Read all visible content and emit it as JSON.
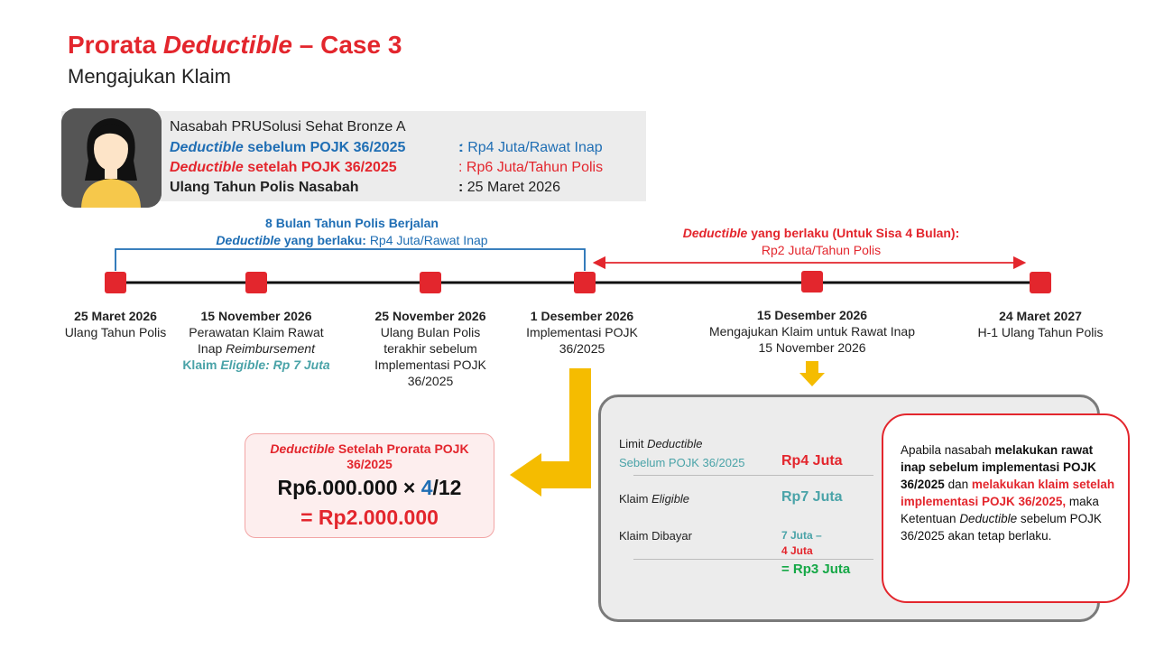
{
  "header": {
    "title_a": "Prorata ",
    "title_b": "Deductible",
    "title_c": " – Case 3",
    "subtitle": "Mengajukan Klaim"
  },
  "customer": {
    "name": "Nasabah PRUSolusi Sehat Bronze A",
    "row1_label_a": "Deductible",
    "row1_label_b": " sebelum POJK 36/2025",
    "row1_value": ": Rp4 Juta/Rawat Inap",
    "row2_label_a": "Deductible",
    "row2_label_b": " setelah POJK 36/2025",
    "row2_value": ": Rp6 Juta/Tahun Polis",
    "row3_label": "Ulang Tahun Polis Nasabah",
    "row3_value_colon": ": ",
    "row3_value": "25 Maret 2026"
  },
  "bracket_left": {
    "line1": "8 Bulan Tahun Polis Berjalan",
    "line2_a": "Deductible",
    "line2_b": " yang berlaku: ",
    "line2_c": "Rp4 Juta/Rawat Inap"
  },
  "bracket_right": {
    "line1_a": "Deductible",
    "line1_b": " yang berlaku (Untuk Sisa 4 Bulan):",
    "line2": "Rp2 Juta/Tahun Polis"
  },
  "timeline": {
    "e1_date": "25 Maret 2026",
    "e1_desc": "Ulang Tahun Polis",
    "e2_date": "15 November 2026",
    "e2_desc1": "Perawatan Klaim Rawat",
    "e2_desc2a": "Inap ",
    "e2_desc2b": "Reimbursement",
    "e2_claim_a": "Klaim ",
    "e2_claim_b": "Eligible: Rp 7 Juta",
    "e3_date": "25 November 2026",
    "e3_desc1": "Ulang Bulan Polis",
    "e3_desc2": "terakhir sebelum",
    "e3_desc3": "Implementasi POJK",
    "e3_desc4": "36/2025",
    "e4_date": "1 Desember 2026",
    "e4_desc1": "Implementasi POJK",
    "e4_desc2": "36/2025",
    "e5_date": "15 Desember 2026",
    "e5_desc1": "Mengajukan Klaim untuk Rawat Inap",
    "e5_desc2": "15 November 2026",
    "e6_date": "24 Maret 2027",
    "e6_desc": "H-1 Ulang Tahun Polis"
  },
  "prorata": {
    "label_a": "Deductible",
    "label_b": " Setelah Prorata POJK",
    "label_c": "36/2025",
    "formula_a": "Rp6.000.000 × ",
    "formula_b": "4",
    "formula_c": "/12",
    "result": "= Rp2.000.000"
  },
  "claim_box": {
    "limit_label_a": "Limit ",
    "limit_label_b": "Deductible",
    "limit_sub": "Sebelum POJK 36/2025",
    "limit_value": "Rp4 Juta",
    "eligible_label_a": "Klaim ",
    "eligible_label_b": "Eligible",
    "eligible_value": "Rp7 Juta",
    "paid_label": "Klaim Dibayar",
    "paid_line1": "7 Juta –",
    "paid_line2": "4 Juta",
    "paid_result": "= Rp3 Juta"
  },
  "note": {
    "t1": "Apabila nasabah ",
    "t2": "melakukan rawat inap sebelum implementasi POJK 36/2025",
    "t3": " dan ",
    "t4": "melakukan klaim setelah implementasi POJK 36/2025,",
    "t5": " maka Ketentuan ",
    "t6": "Deductible",
    "t7": " sebelum POJK 36/2025 akan tetap berlaku."
  },
  "colors": {
    "accent_red": "#e3262d",
    "accent_blue": "#1f6eb4",
    "teal": "#4aa3a8",
    "green": "#15a846",
    "yellow_arrow": "#f5bc00"
  }
}
